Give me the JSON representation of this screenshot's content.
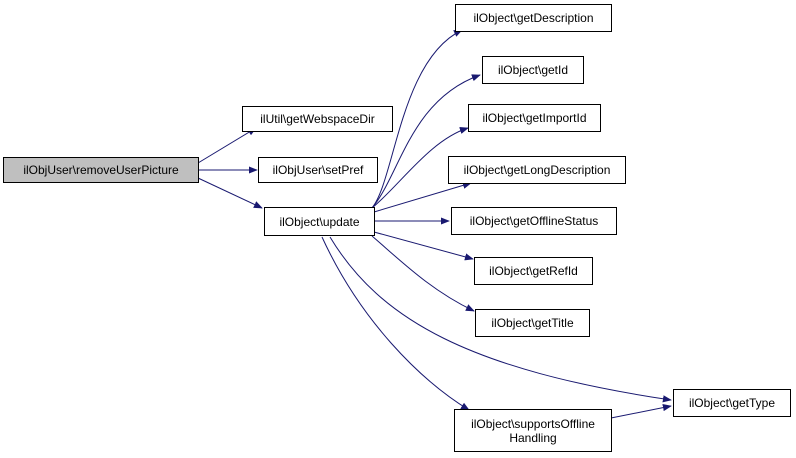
{
  "diagram": {
    "edge_color": "#191970",
    "root_fill": "#bfbfbf",
    "node_fill": "#ffffff",
    "nodes": {
      "root": "ilObjUser\\removeUserPicture",
      "getWebspaceDir": "ilUtil\\getWebspaceDir",
      "setPref": "ilObjUser\\setPref",
      "update": "ilObject\\update",
      "getDescription": "ilObject\\getDescription",
      "getId": "ilObject\\getId",
      "getImportId": "ilObject\\getImportId",
      "getLongDescription": "ilObject\\getLongDescription",
      "getOfflineStatus": "ilObject\\getOfflineStatus",
      "getRefId": "ilObject\\getRefId",
      "getTitle": "ilObject\\getTitle",
      "supportsOfflineHandling_line1": "ilObject\\supportsOffline",
      "supportsOfflineHandling_line2": "Handling",
      "getType": "ilObject\\getType"
    }
  }
}
